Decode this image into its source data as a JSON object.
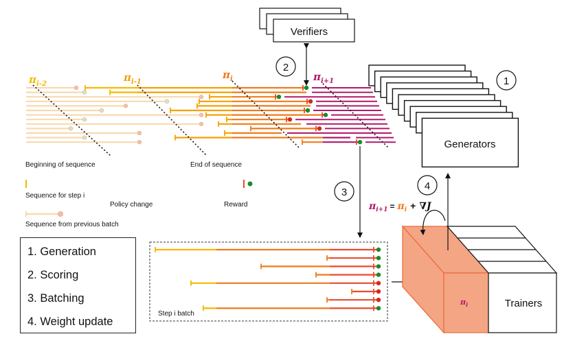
{
  "labels": {
    "verifiers": "Verifiers",
    "generators": "Generators",
    "trainers": "Trainers",
    "begin_seq": "Beginning of sequence",
    "end_seq": "End of sequence",
    "seq_step": "Sequence for step i",
    "policy_change": "Policy change",
    "reward": "Reward",
    "seq_prev": "Sequence from previous batch",
    "step_batch": "Step i batch",
    "step_1": "1",
    "step_2": "2",
    "step_3": "3",
    "step_4": "4"
  },
  "policies": {
    "pi_base": "π",
    "sub_im2": "i-2",
    "sub_im1": "i-1",
    "sub_i": "i",
    "sub_ip1": "i+1",
    "trainer_pi": "π",
    "trainer_sub": "i"
  },
  "update_rule": {
    "lhs": "π",
    "lhs_sub": "i+1",
    "eq": "=",
    "rhs": "π",
    "rhs_sub": "i",
    "plus": "+",
    "grad": "∇J"
  },
  "legend": [
    "1. Generation",
    "2. Scoring",
    "3. Batching",
    "4. Weight update"
  ],
  "colors": {
    "yellow": "#f5b800",
    "orange": "#f07a1a",
    "red": "#e84a2a",
    "magenta": "#b0186a",
    "faded": "#f8d9b0",
    "reward_green": "#1a8a2a",
    "reward_red": "#d42a1a",
    "trainer_fill": "#f4a583"
  }
}
